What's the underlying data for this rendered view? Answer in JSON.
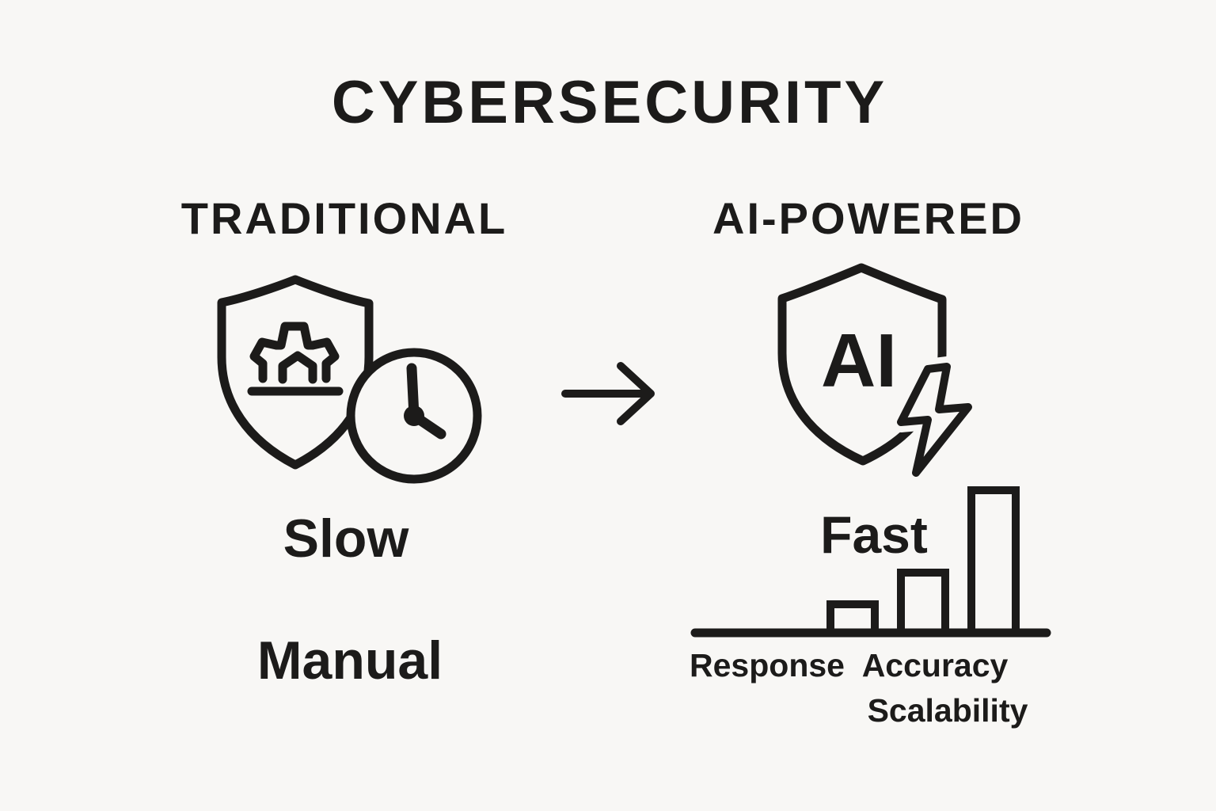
{
  "colors": {
    "background": "#f8f7f5",
    "ink": "#1c1b1a"
  },
  "title": "CYBERSECURITY",
  "left_column": {
    "heading": "TRADITIONAL",
    "icon": "shield-gear-clock-icon",
    "labels": {
      "first": "Slow",
      "second": "Manual"
    }
  },
  "arrow": {
    "icon": "right-arrow-icon",
    "direction": "right"
  },
  "right_column": {
    "heading": "AI-POWERED",
    "icon": "shield-ai-lightning-icon",
    "shield_text": "AI",
    "label": "Fast"
  },
  "chart_data": {
    "type": "bar",
    "categories": [
      "Response",
      "Accuracy",
      "Scalability"
    ],
    "values": [
      20,
      42,
      100
    ],
    "title": "",
    "xlabel": "",
    "ylabel": "",
    "ylim": [
      0,
      100
    ],
    "grid": false,
    "legend": false,
    "style": "three outlined bars of increasing height on a single baseline, black stroke, no fill"
  }
}
